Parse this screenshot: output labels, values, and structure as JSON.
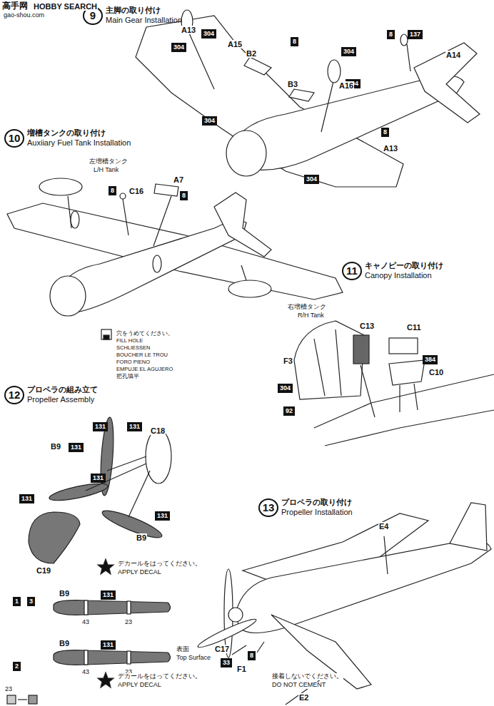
{
  "diagram": {
    "nodes": [
      {
        "text": [
          "9",
          "主脚の取り付け",
          "Main Gear Installation"
        ]
      },
      {
        "text": [
          "304"
        ]
      },
      {
        "text": [
          "304"
        ]
      },
      {
        "text": [
          "8"
        ]
      },
      {
        "text": [
          "8"
        ]
      },
      {
        "text": [
          "137"
        ]
      },
      {
        "text": [
          "304"
        ]
      },
      {
        "text": [
          "304"
        ]
      },
      {
        "text": [
          "304"
        ]
      },
      {
        "text": [
          "8"
        ]
      },
      {
        "text": [
          "304"
        ]
      },
      {
        "text": [
          "10",
          "増槽タンクの取り付け",
          "Auxiiary Fuel Tank Installation"
        ]
      },
      {
        "text": [
          "8"
        ]
      },
      {
        "text": [
          "8"
        ]
      },
      {
        "text": [
          "11",
          "キャノピーの取り付け",
          "Canopy Installation"
        ]
      },
      {
        "text": [
          "384"
        ]
      },
      {
        "text": [
          "304"
        ]
      },
      {
        "text": [
          "92"
        ]
      },
      {
        "text": [
          "12",
          "プロペラの組み立て",
          "Propeller Assembly"
        ]
      },
      {
        "text": [
          "131"
        ]
      },
      {
        "text": [
          "131"
        ]
      },
      {
        "text": [
          "131"
        ]
      },
      {
        "text": [
          "131"
        ]
      },
      {
        "text": [
          "131"
        ]
      },
      {
        "text": [
          "131"
        ]
      },
      {
        "text": [
          "1"
        ]
      },
      {
        "text": [
          "3"
        ]
      },
      {
        "text": [
          "131"
        ]
      },
      {
        "text": [
          "2"
        ]
      },
      {
        "text": [
          "131"
        ]
      },
      {
        "text": [
          "13",
          "プロペラの取り付け",
          "Propeller Installation"
        ]
      },
      {
        "text": [
          "33"
        ]
      },
      {
        "text": [
          "8"
        ]
      }
    ],
    "labels": [
      "高手网",
      "HOBBY SEARCH",
      "gao-shou.com",
      "A13",
      "A15",
      "B2",
      "B3",
      "A16",
      "A14",
      "A13",
      "左増槽タンク",
      "L/H Tank",
      "C16",
      "A7",
      "右増槽タンク",
      "R/H Tank",
      "穴をうめてください。",
      "FILL HOLE",
      "SCHLIESSEN",
      "BOUCHER LE TROU",
      "FORO PIENO",
      "EMPUJE EL AGUJERO",
      "把孔填平",
      "C13",
      "C11",
      "C10",
      "F3",
      "C18",
      "B9",
      "B9",
      "C19",
      "デカールをはってください。",
      "APPLY DECAL",
      "B9",
      "43",
      "23",
      "B9",
      "43",
      "23",
      "表面",
      "Top Surface",
      "23",
      "デカールをはってください。",
      "APPLY DECAL",
      "E4",
      "C17",
      "F1",
      "接着しないでください。",
      "DO NOT CEMENT",
      "E2"
    ]
  }
}
